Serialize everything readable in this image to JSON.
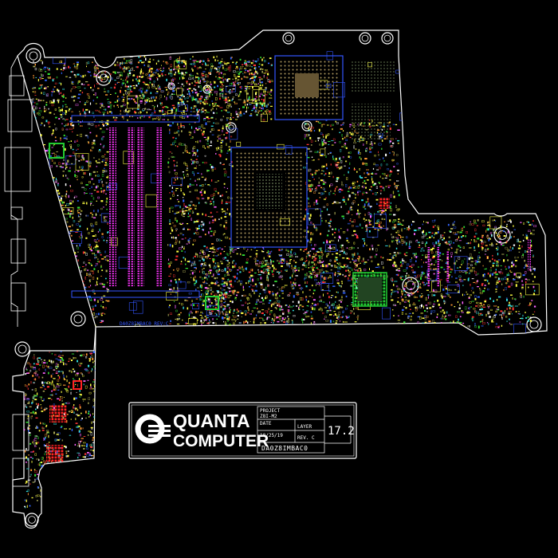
{
  "title_block": {
    "company_line1": "QUANTA",
    "company_line2": "COMPUTER",
    "project_label": "PROJECT",
    "project_value": "Z8I-M2",
    "date_label": "DATE",
    "date_value": "10/25/19",
    "layer_label": "LAYER",
    "rev_label": "REV. C",
    "layer_count": "17.2",
    "part_number": "DA0Z8IMBAC0"
  },
  "silkscreen": {
    "board_code": "DA0Z8IMBAC0 REV:C"
  },
  "colors": {
    "background": "#000000",
    "outline": "#ffffff",
    "ram_slots": "#ff33ff",
    "bga_pads": "#aa9966",
    "chip_outline": "#3355ff",
    "highlight_red": "#ff2222",
    "highlight_green": "#22cc33",
    "component_yellow": "#ffff44"
  }
}
